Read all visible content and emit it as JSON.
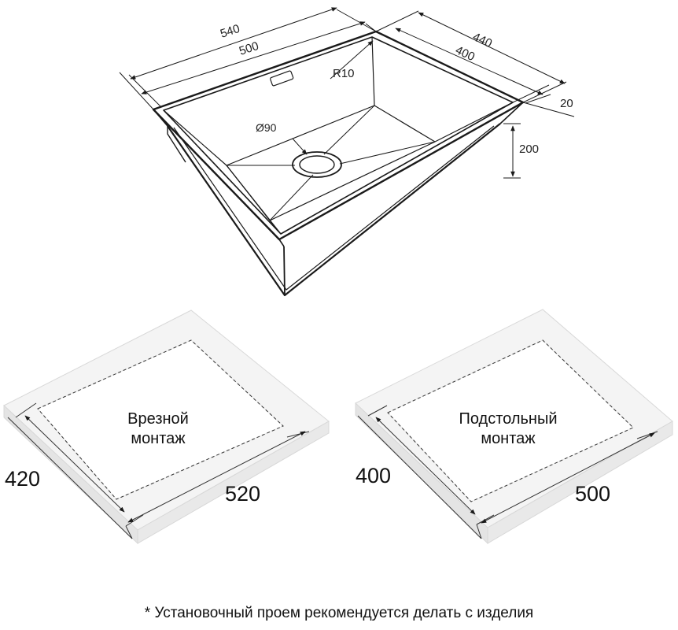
{
  "sink": {
    "outer_length": "540",
    "inner_length": "500",
    "outer_width": "440",
    "inner_width": "400",
    "flange": "20",
    "depth": "200",
    "corner_radius": "R10",
    "drain_diameter": "Ø90"
  },
  "cutouts": [
    {
      "caption_line1": "Врезной",
      "caption_line2": "монтаж",
      "depth_dim": "420",
      "length_dim": "520"
    },
    {
      "caption_line1": "Подстольный",
      "caption_line2": "монтаж",
      "depth_dim": "400",
      "length_dim": "500"
    }
  ],
  "footnote": "* Установочный проем рекомендуется делать с изделия",
  "colors": {
    "line": "#1a1a1a",
    "panel_top": "#f4f4f4",
    "panel_side": "#e2e2e2"
  }
}
